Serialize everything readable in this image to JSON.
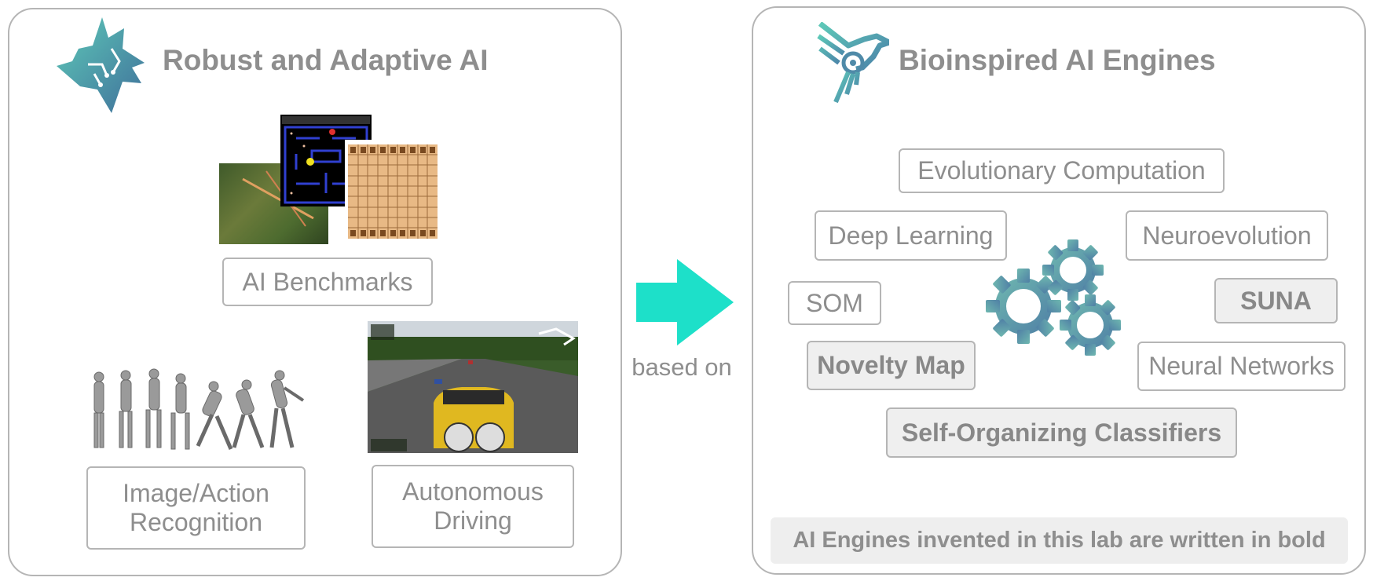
{
  "left": {
    "title": "Robust and Adaptive AI",
    "boxes": {
      "benchmarks": "AI Benchmarks",
      "recognition": "Image/Action Recognition",
      "driving": "Autonomous Driving"
    }
  },
  "connector": {
    "label": "based on"
  },
  "right": {
    "title": "Bioinspired AI Engines",
    "boxes": {
      "evolutionary": "Evolutionary Computation",
      "deep_learning": "Deep Learning",
      "neuroevolution": "Neuroevolution",
      "som": "SOM",
      "suna": "SUNA",
      "novelty_map": "Novelty Map",
      "neural_networks": "Neural Networks",
      "soc": "Self-Organizing Classifiers"
    },
    "footnote": "AI Engines invented in this lab are written in bold"
  },
  "colors": {
    "arrow": "#1de0c9",
    "gear": "#5f93a8",
    "border": "#b5b5b5",
    "text": "#8e8e8e"
  },
  "icons": [
    "wolf-logo-icon",
    "bird-logo-icon",
    "gears-icon",
    "arrow-right-icon"
  ]
}
